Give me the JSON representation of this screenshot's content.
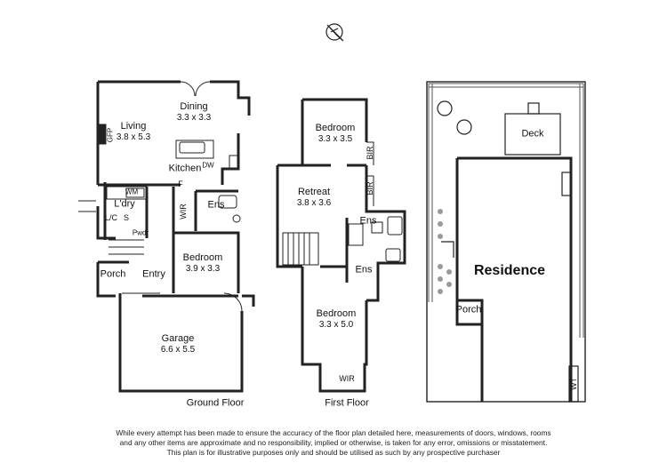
{
  "ground_floor": {
    "title": "Ground Floor",
    "rooms": {
      "living": {
        "name": "Living",
        "dims": "3.8 x 5.3"
      },
      "dining": {
        "name": "Dining",
        "dims": "3.3 x 3.3"
      },
      "kitchen": {
        "name": "Kitchen"
      },
      "bedroom": {
        "name": "Bedroom",
        "dims": "3.9 x 3.3"
      },
      "garage": {
        "name": "Garage",
        "dims": "6.6 x 5.5"
      },
      "laundry": {
        "name": "L'dry"
      },
      "ensuite": {
        "name": "Ens"
      },
      "wir": {
        "name": "WIR"
      },
      "porch": {
        "name": "Porch"
      },
      "entry": {
        "name": "Entry"
      },
      "linen_closet": {
        "name": "L/C"
      },
      "store": {
        "name": "S"
      },
      "powder": {
        "name": "Pwdr"
      }
    },
    "fixtures": {
      "fireplace": "GFP",
      "dishwasher": "DW",
      "fridge": "F",
      "washing_machine": "WM"
    }
  },
  "first_floor": {
    "title": "First Floor",
    "rooms": {
      "bedroom_1": {
        "name": "Bedroom",
        "dims": "3.3 x 3.5"
      },
      "retreat": {
        "name": "Retreat",
        "dims": "3.8 x 3.6"
      },
      "bedroom_2": {
        "name": "Bedroom",
        "dims": "3.3 x 5.0"
      },
      "ensuite_1": {
        "name": "Ens"
      },
      "ensuite_2": {
        "name": "Ens"
      },
      "bir_1": {
        "name": "BIR"
      },
      "bir_2": {
        "name": "BIR"
      },
      "wir": {
        "name": "WIR"
      }
    }
  },
  "site_plan": {
    "residence": "Residence",
    "deck": "Deck",
    "porch": "Porch",
    "water_tank": "WT"
  },
  "disclaimer": [
    "While every attempt has been made to ensure the accuracy of the floor plan detailed here, measurements of doors, windows, rooms",
    "and any other items are approximate and no responsibility, implied or otherwise, is taken for any error, omissions or misstatement.",
    "This plan is for illustrative purposes only and should be utilised as such by any prospective purchaser"
  ]
}
